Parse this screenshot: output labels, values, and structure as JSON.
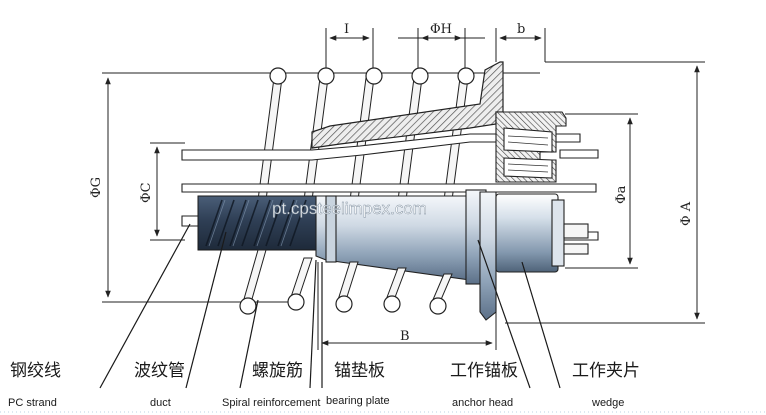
{
  "dimensions": {
    "I": "I",
    "phi_H": "ΦH",
    "b": "b",
    "phi_G": "ΦG",
    "phi_C": "ΦC",
    "phi_a": "Φa",
    "phi_A": "Φ A",
    "B": "B"
  },
  "labels": [
    {
      "cn": "钢绞线",
      "en": "PC strand"
    },
    {
      "cn": "波纹管",
      "en": "duct"
    },
    {
      "cn": "螺旋筋",
      "en": "Spiral reinforcement"
    },
    {
      "cn": "锚垫板",
      "en": "bearing plate"
    },
    {
      "cn": "工作锚板",
      "en": "anchor head"
    },
    {
      "cn": "工作夹片",
      "en": "wedge"
    }
  ],
  "watermark": "pt.cpsteelimpex.com",
  "colors": {
    "line": "#222222",
    "duct": "#3c4e64",
    "steel_light": "#dfe6ee",
    "hatch": "#555555"
  }
}
